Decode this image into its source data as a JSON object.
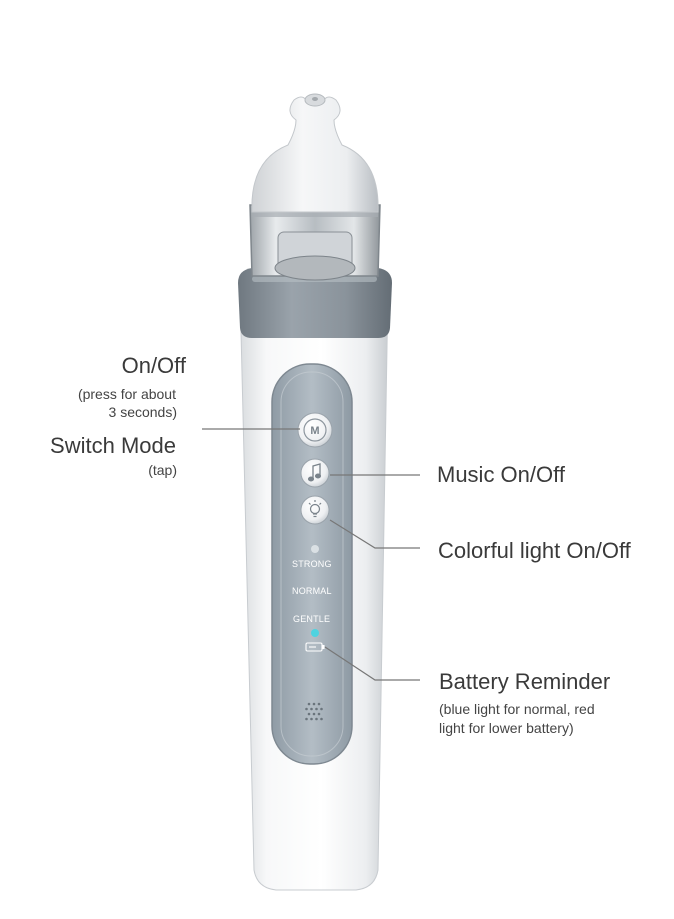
{
  "labels": {
    "on_off": "On/Off",
    "on_off_note_1": "(press for about",
    "on_off_note_2": "3 seconds)",
    "switch_mode": "Switch Mode",
    "switch_mode_note": "(tap)",
    "music": "Music On/Off",
    "light": "Colorful light On/Off",
    "battery": "Battery Reminder",
    "battery_note_1": "(blue light for normal, red",
    "battery_note_2": "light for lower battery)"
  },
  "panel": {
    "mode_button_letter": "M",
    "strong": "STRONG",
    "normal": "NORMAL",
    "gentle": "GENTLE"
  },
  "icons": {
    "mode": "mode-m-icon",
    "music": "music-note-icon",
    "light": "light-bulb-icon",
    "battery": "battery-icon",
    "speaker": "speaker-grille-icon"
  },
  "colors": {
    "body": "#f4f5f6",
    "ring": "#8d969e",
    "panel": "#a9b4bd",
    "indicator_blue": "#4fd3e0",
    "text": "#3a3a3a"
  }
}
